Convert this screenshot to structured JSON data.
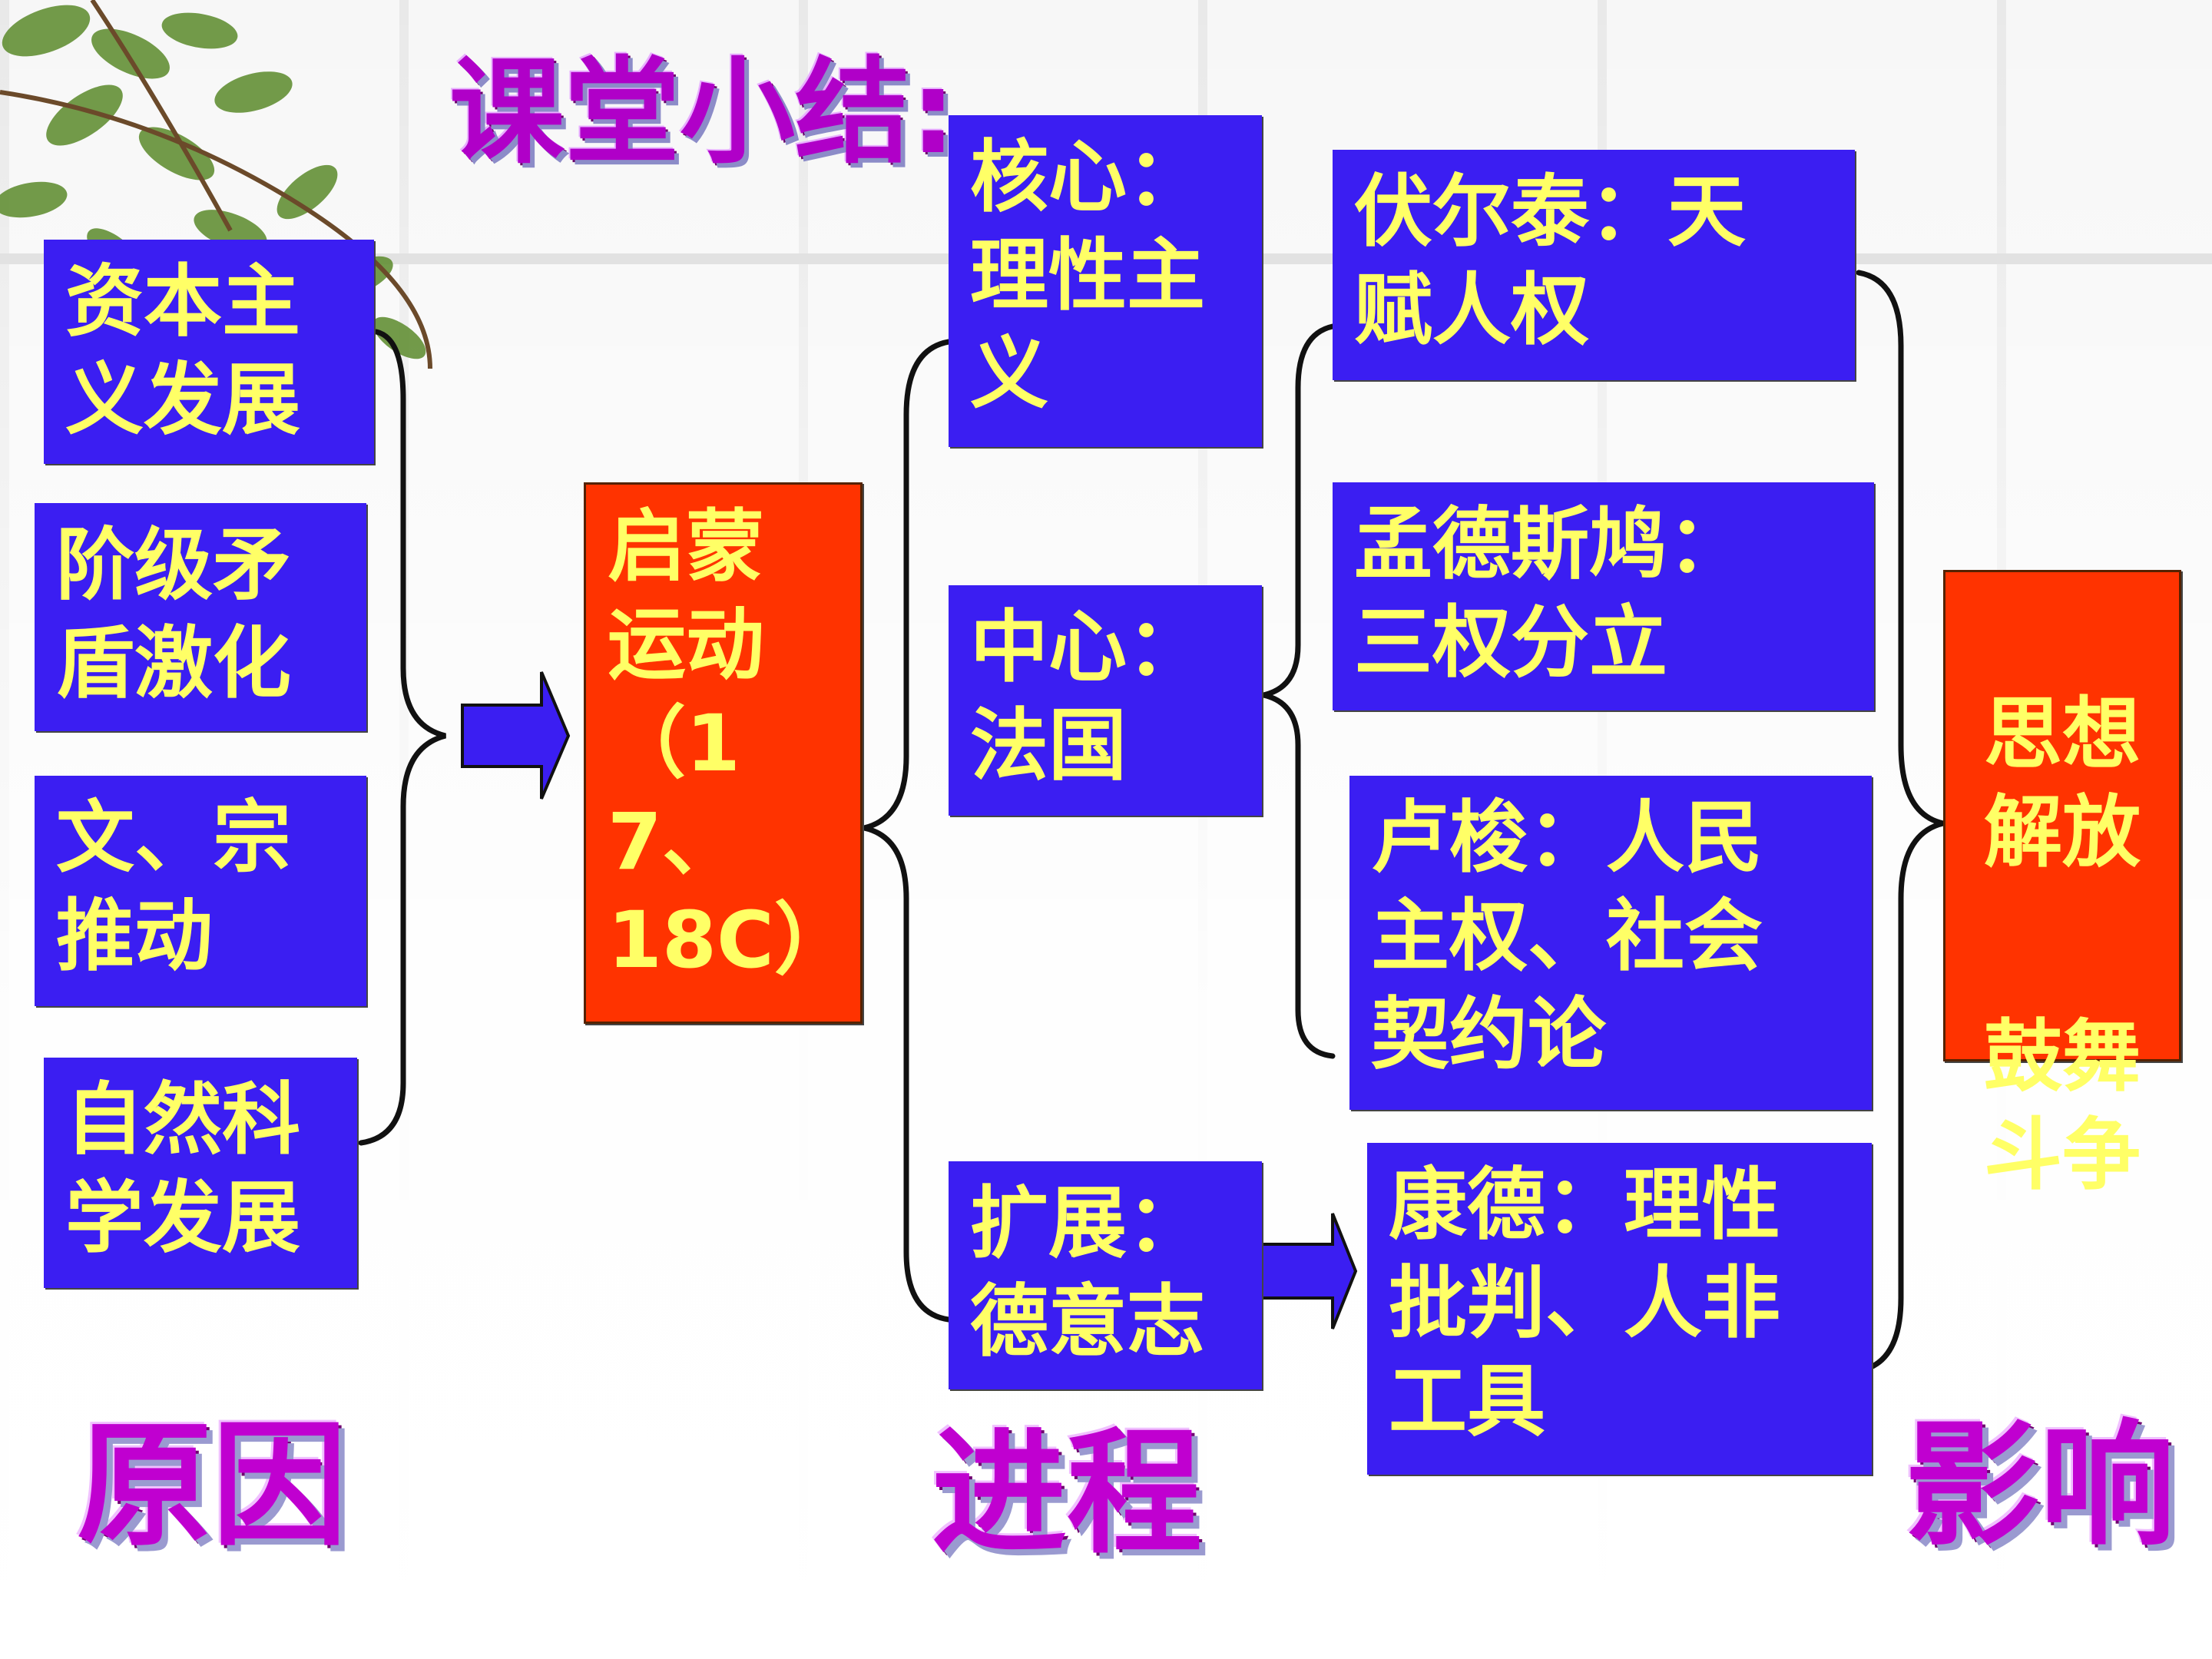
{
  "title": "课堂小结:",
  "sections": {
    "cause": "原因",
    "process": "进程",
    "impact": "影响"
  },
  "causes": [
    "资本主\n义发展",
    "阶级矛\n盾激化",
    "文、宗\n推动",
    "自然科\n学发展"
  ],
  "center": "启蒙\n运动\n（17、\n18C）",
  "process": {
    "core": "核心：\n理性主\n义",
    "hub": "中心：\n法国",
    "spread": "扩展：\n德意志"
  },
  "thinkers": {
    "voltaire": "伏尔泰：天\n赋人权",
    "montesquieu": "孟德斯鸠：\n三权分立",
    "rousseau": "卢梭：人民\n主权、社会\n契约论",
    "kant": "康德：理性\n批判、人非\n工具"
  },
  "impact": {
    "line1": "思想\n解放",
    "line2": "鼓舞\n斗争"
  },
  "colors": {
    "box_blue": "#3b1ef2",
    "box_red": "#ff3300",
    "box_text": "#ffff66",
    "heading": "#c000d0"
  }
}
